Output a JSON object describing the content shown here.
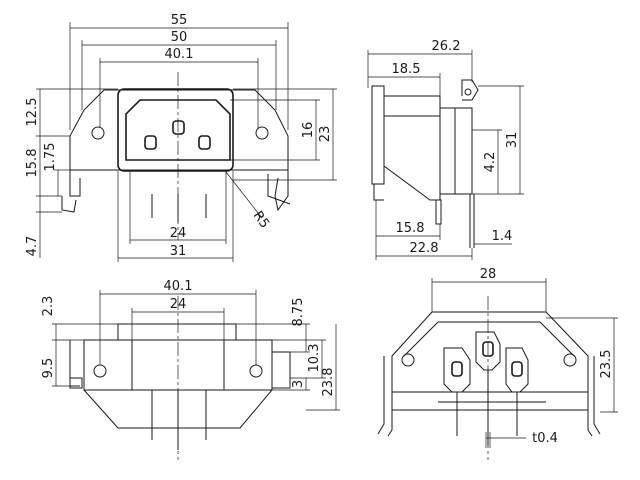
{
  "views": {
    "front": {
      "dimensions": {
        "width_overall": "55",
        "width_flange": "50",
        "width_body": "40.1",
        "width_lower": "24",
        "width_bottom": "31",
        "height_top": "12.5",
        "height_left": "15.8",
        "height_small": "1.75",
        "height_pin": "4.7",
        "height_inner": "16",
        "height_right": "23",
        "radius": "R5"
      }
    },
    "side": {
      "dimensions": {
        "depth_overall": "26.2",
        "depth_flange": "18.5",
        "height_overall": "31",
        "height_step": "4.2",
        "depth_lower": "15.8",
        "depth_bottom": "22.8",
        "pin_width": "1.4"
      }
    },
    "bottom": {
      "dimensions": {
        "width_body": "40.1",
        "width_inner": "24",
        "height_top": "2.3",
        "height_left": "9.5",
        "height_right_top": "8.75",
        "height_right_mid": "10.3",
        "height_right_small": "3",
        "height_right_total": "23.8"
      }
    },
    "rear": {
      "dimensions": {
        "width_pins": "28",
        "height_overall": "23.5",
        "thickness": "t0.4"
      }
    }
  }
}
